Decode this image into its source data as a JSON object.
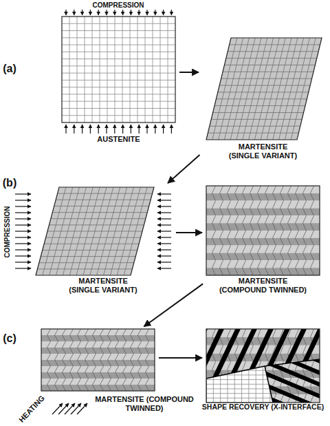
{
  "diagram": {
    "nodes": [
      {
        "text": [
          "AUSTENITE"
        ]
      },
      {
        "text": [
          "MARTENSITE (SINGLE VARIANT)"
        ]
      },
      {
        "text": [
          "MARTENSITE (SINGLE VARIANT)"
        ]
      },
      {
        "text": [
          "MARTENSITE (COMPOUND TWINNED)"
        ]
      },
      {
        "text": [
          "MARTENSITE (COMPOUND TWINNED)"
        ]
      },
      {
        "text": [
          "SHAPE RECOVERY (X-INTERFACE)"
        ]
      }
    ],
    "edges": [
      {
        "from": 0,
        "to": 1,
        "arrow": "to"
      },
      {
        "from": 1,
        "to": 2,
        "arrow": "to"
      },
      {
        "from": 2,
        "to": 3,
        "arrow": "to"
      },
      {
        "from": 3,
        "to": 4,
        "arrow": "to"
      },
      {
        "from": 4,
        "to": 5,
        "arrow": "to"
      }
    ],
    "labels": [
      "(a)",
      "COMPRESSION",
      "(b)",
      "COMPRESSION",
      "(c)",
      "HEATING"
    ]
  }
}
